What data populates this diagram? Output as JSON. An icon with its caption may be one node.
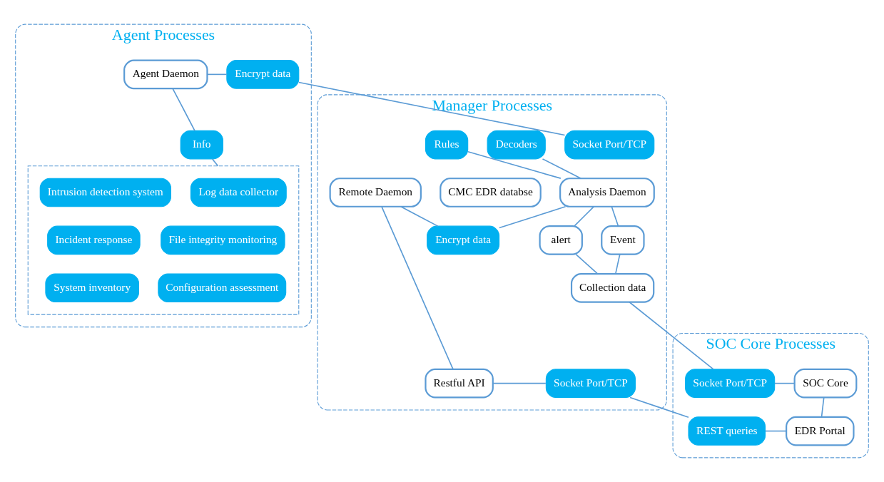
{
  "diagram": {
    "nodes": [
      {
        "text": [
          "Agent Processes"
        ]
      },
      {
        "text": [
          "Agent Daemon"
        ],
        "in": 0
      },
      {
        "text": [
          "Encrypt data"
        ],
        "in": 0
      },
      {
        "text": [
          "Info"
        ],
        "in": 0
      },
      {
        "text": [],
        "shape": "box",
        "in": 0
      },
      {
        "text": [
          "Log data collector"
        ],
        "in": 4
      },
      {
        "text": [
          "Intrusion detection system"
        ],
        "in": 4
      },
      {
        "text": [
          "File integrity monitoring"
        ],
        "in": 4
      },
      {
        "text": [
          "Incident response"
        ],
        "in": 4
      },
      {
        "text": [
          "Configuration assessment"
        ],
        "in": 4
      },
      {
        "text": [
          "System inventory"
        ],
        "in": 4
      },
      {
        "text": [
          "Manager Processes"
        ]
      },
      {
        "text": [
          "Socket Port/TCP"
        ],
        "in": 11
      },
      {
        "text": [
          "Decoders"
        ],
        "in": 11
      },
      {
        "text": [
          "Rules"
        ],
        "in": 11
      },
      {
        "text": [
          "CMC EDR databse"
        ],
        "in": 11
      },
      {
        "text": [
          "Remote Daemon"
        ],
        "in": 11
      },
      {
        "text": [
          "Analysis Daemon"
        ],
        "in": 11
      },
      {
        "text": [
          "alert"
        ],
        "in": 11
      },
      {
        "text": [
          "Event"
        ],
        "in": 11
      },
      {
        "text": [
          "Collection data"
        ],
        "in": 11
      },
      {
        "text": [
          "Encrypt data"
        ],
        "in": 11
      },
      {
        "text": [
          "Restful API"
        ],
        "in": 11
      },
      {
        "text": [
          "Socket Port/TCP"
        ],
        "in": 11
      },
      {
        "text": [
          "SOC Core Processes"
        ]
      },
      {
        "text": [
          "Socket Port/TCP"
        ],
        "in": 24
      },
      {
        "text": [
          "SOC Core"
        ],
        "in": 24
      },
      {
        "text": [
          "REST queries"
        ],
        "in": 24
      },
      {
        "text": [
          "EDR Portal"
        ],
        "in": 24
      }
    ],
    "edges": [
      {
        "from": 1,
        "to": 2,
        "arrow": "none"
      },
      {
        "from": 2,
        "to": 12,
        "arrow": "none"
      },
      {
        "from": 1,
        "to": 3,
        "arrow": "none"
      },
      {
        "from": 3,
        "to": 4,
        "arrow": "none"
      },
      {
        "from": 13,
        "to": 17,
        "arrow": "none"
      },
      {
        "from": 14,
        "to": 17,
        "arrow": "none"
      },
      {
        "from": 17,
        "to": 18,
        "arrow": "none"
      },
      {
        "from": 18,
        "to": 20,
        "arrow": "none"
      },
      {
        "from": 17,
        "to": 19,
        "arrow": "none"
      },
      {
        "from": 19,
        "to": 20,
        "arrow": "none"
      },
      {
        "from": 16,
        "to": 21,
        "arrow": "none"
      },
      {
        "from": 17,
        "to": 21,
        "arrow": "none"
      },
      {
        "from": 16,
        "to": 22,
        "arrow": "none"
      },
      {
        "from": 22,
        "to": 23,
        "arrow": "none"
      },
      {
        "from": 23,
        "to": 27,
        "arrow": "none"
      },
      {
        "from": 27,
        "to": 28,
        "arrow": "none"
      },
      {
        "from": 20,
        "to": 25,
        "arrow": "none"
      },
      {
        "from": 25,
        "to": 26,
        "arrow": "none"
      },
      {
        "from": 26,
        "to": 28,
        "arrow": "none"
      }
    ]
  }
}
